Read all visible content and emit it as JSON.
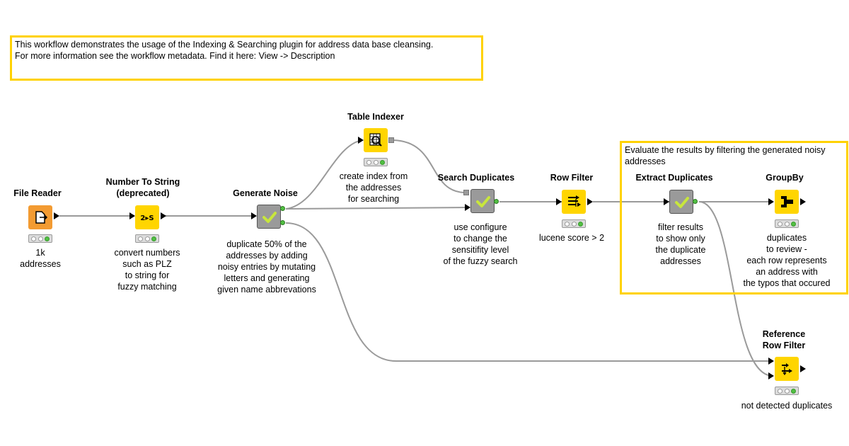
{
  "annotations": {
    "intro": [
      "This workflow demonstrates the usage of the Indexing & Searching plugin for address data base cleansing.",
      "For more information see the workflow metadata. Find it here: View -> Description"
    ],
    "evaluate": [
      "Evaluate the results by filtering the generated noisy",
      "addresses"
    ]
  },
  "nodes": {
    "file_reader": {
      "title": [
        "File Reader"
      ],
      "desc": [
        "1k",
        "addresses"
      ],
      "icon": "file-reader-icon"
    },
    "number_to_string": {
      "title": [
        "Number To String",
        "(deprecated)"
      ],
      "desc": [
        "convert numbers",
        "such as PLZ",
        "to string for",
        "fuzzy matching"
      ],
      "icon_text": "2▸S"
    },
    "generate_noise": {
      "title": [
        "Generate Noise"
      ],
      "desc": [
        "duplicate 50% of the",
        "addresses by adding",
        "noisy entries by mutating",
        "letters and generating",
        "given name abbrevations"
      ]
    },
    "table_indexer": {
      "title": [
        "Table Indexer"
      ],
      "desc": [
        "create index from",
        "the addresses",
        "for searching"
      ]
    },
    "search_duplicates": {
      "title": [
        "Search Duplicates"
      ],
      "desc": [
        "use configure",
        "to change the",
        "sensitifity level",
        "of the fuzzy search"
      ]
    },
    "row_filter": {
      "title": [
        "Row Filter"
      ],
      "desc": [
        "lucene score > 2"
      ]
    },
    "extract_duplicates": {
      "title": [
        "Extract Duplicates"
      ],
      "desc": [
        "filter results",
        "to show only",
        "the duplicate",
        "addresses"
      ]
    },
    "groupby": {
      "title": [
        "GroupBy"
      ],
      "desc": [
        "duplicates",
        "to review -",
        "each row represents",
        "an address with",
        "the typos that occured"
      ]
    },
    "reference_row_filter": {
      "title": [
        "Reference",
        "Row Filter"
      ],
      "desc": [
        "not detected duplicates"
      ]
    }
  },
  "colors": {
    "annotation_border": "#ffd200",
    "source_node": "#f39b32",
    "manipulator_node": "#ffd500",
    "metanode": "#9a9a9a",
    "status_ok": "#52c043",
    "connection": "#9a9a9a"
  }
}
